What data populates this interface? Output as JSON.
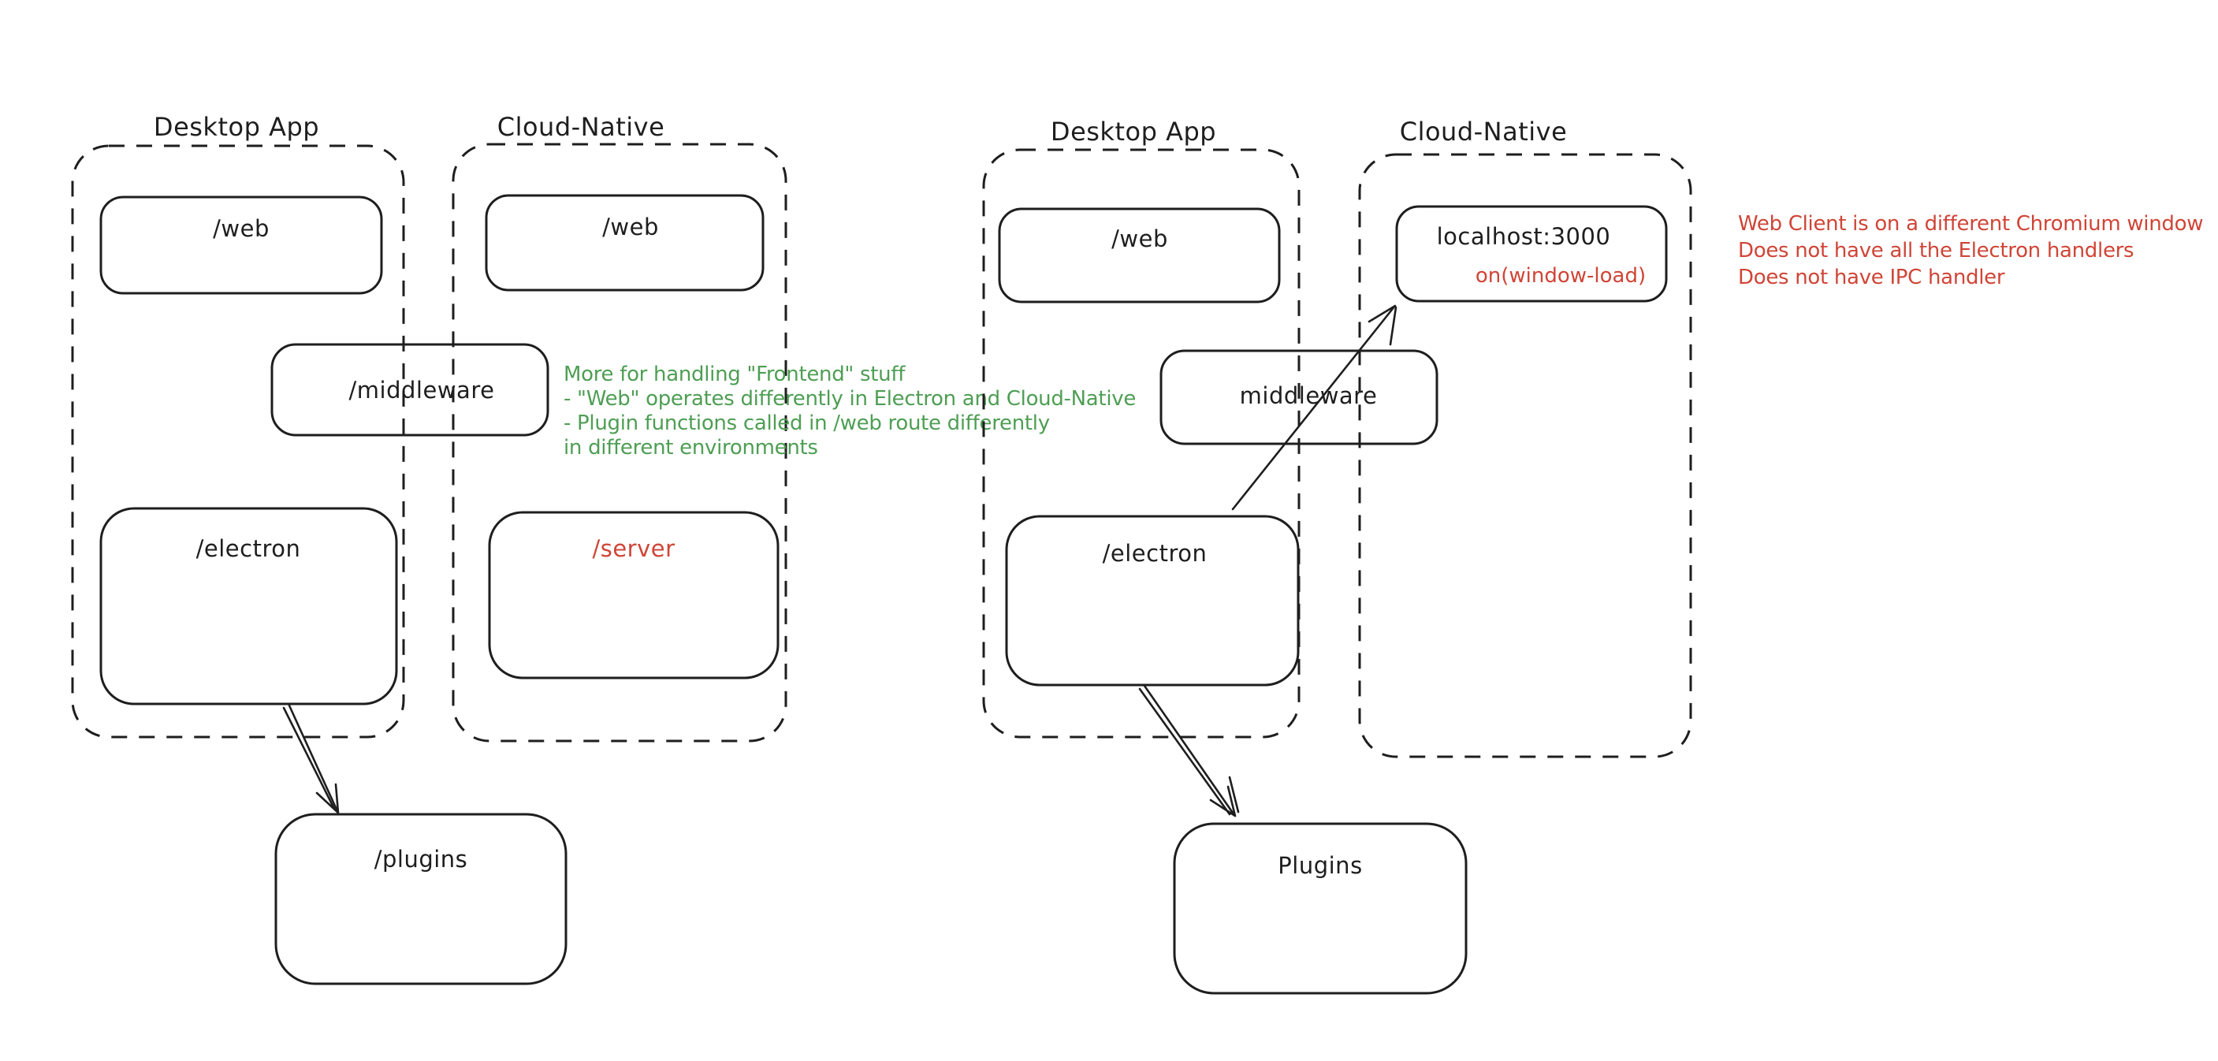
{
  "colors": {
    "ink": "#1e1e1e",
    "green": "#4e9e54",
    "red": "#cf4537",
    "background": "#ffffff"
  },
  "left_diagram": {
    "desktop_container_label": "Desktop App",
    "cloud_container_label": "Cloud-Native",
    "web_desktop_label": "/web",
    "web_cloud_label": "/web",
    "middleware_label": "/middleware",
    "electron_label": "/electron",
    "server_label": "/server",
    "plugins_label": "/plugins",
    "green_note_lines": [
      "More for handling \"Frontend\" stuff",
      "- \"Web\" operates differently in Electron and Cloud-Native",
      "- Plugin functions called in /web route differently",
      "in different environments"
    ]
  },
  "right_diagram": {
    "desktop_container_label": "Desktop App",
    "cloud_container_label": "Cloud-Native",
    "web_label": "/web",
    "localhost_label": "localhost:3000",
    "localhost_event_label": "on(window-load)",
    "middleware_label": "middleware",
    "electron_label": "/electron",
    "plugins_label": "Plugins",
    "red_note_lines": [
      "Web Client is on a different Chromium window",
      "Does not have all the Electron handlers",
      "Does not have IPC handler"
    ]
  }
}
